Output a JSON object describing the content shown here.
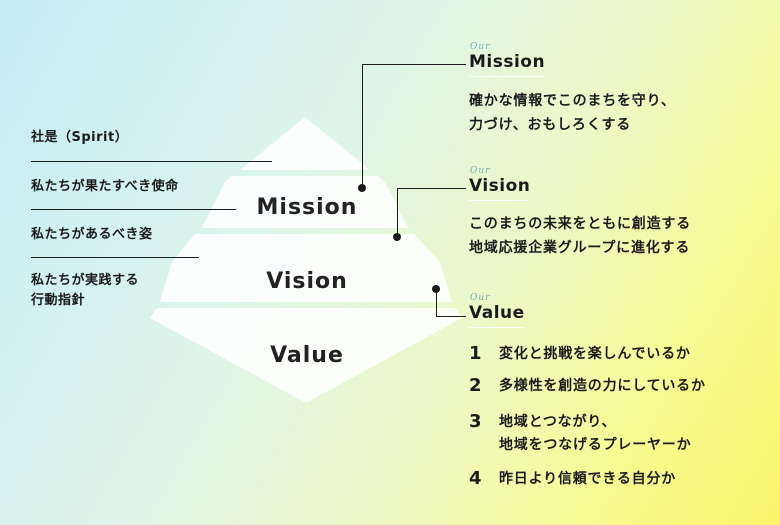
{
  "labels": {
    "shaze": "社是（Spirit）",
    "mission_desc": "私たちが果たすべき使命",
    "vision_desc": "私たちがあるべき姿",
    "value_desc_1": "私たちが実践する",
    "value_desc_2": "行動指針"
  },
  "pyramid": {
    "mission": "Mission",
    "vision": "Vision",
    "value": "Value"
  },
  "mission_section": {
    "script": "Our",
    "heading": "Mission",
    "line1": "確かな情報でこのまちを守り、",
    "line2": "力づけ、おもしろくする"
  },
  "vision_section": {
    "script": "Our",
    "heading": "Vision",
    "line1": "このまちの未来をともに創造する",
    "line2": "地域応援企業グループに進化する"
  },
  "value_section": {
    "script": "Our",
    "heading": "Value",
    "items": [
      {
        "num": "1",
        "line1": "変化と挑戦を楽しんでいるか",
        "line2": ""
      },
      {
        "num": "2",
        "line1": "多様性を創造の力にしているか",
        "line2": ""
      },
      {
        "num": "3",
        "line1": "地域とつながり、",
        "line2": "地域をつなげるプレーヤーか"
      },
      {
        "num": "4",
        "line1": "昨日より信頼できる自分か",
        "line2": ""
      }
    ]
  },
  "colors": {
    "pyramid_fill": "#ffffff",
    "text": "#1b1b1b",
    "script": "#7aa9b8"
  }
}
